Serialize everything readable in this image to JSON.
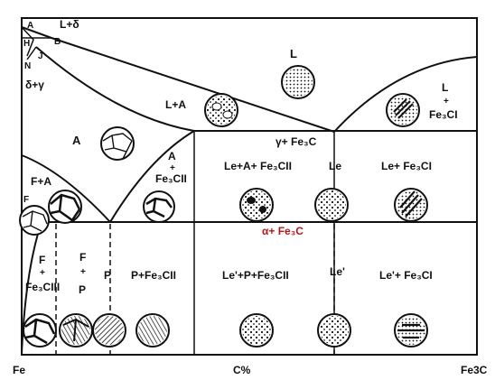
{
  "diagram": {
    "axis": {
      "left_label": "Fe",
      "middle_label": "C%",
      "right_label": "Fe3C"
    },
    "points": {
      "A": "A",
      "B": "B",
      "H": "H",
      "J": "J",
      "N": "N"
    },
    "phase_labels": {
      "L_plus_delta": "L+δ",
      "delta_plus_gamma": "δ+γ",
      "L": "L",
      "L_plus_A": "L+A",
      "A": "A",
      "A_plus": "A",
      "plus_sign": "+",
      "Fe3CII": "Fe₃CII",
      "L_right": "L",
      "Fe3CI": "Fe₃CI",
      "gamma_plus_Fe3C": "γ+ Fe₃C",
      "alpha_plus_Fe3C": "α+ Fe₃C",
      "F_plus_A": "F+A",
      "F": "F",
      "F_lower": "F",
      "Fe3CIII": "Fe₃CIII",
      "F_P_F": "F",
      "F_P_P": "P",
      "P": "P",
      "P_plus_Fe3CII": "P+Fe₃CII",
      "Le_A_Fe3CII": "Le+A+ Fe₃CII",
      "Le": "Le",
      "Le_Fe3CI": "Le+ Fe₃CI",
      "LeP_P_Fe3CII": "Le'+P+Fe₃CII",
      "LeP": "Le'",
      "LeP_Fe3CI": "Le'+ Fe₃CI"
    },
    "colors": {
      "ink": "#111111",
      "paper": "#ffffff"
    }
  }
}
